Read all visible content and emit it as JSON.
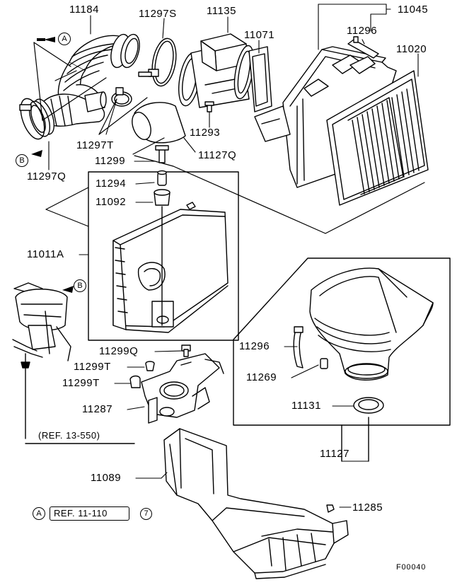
{
  "parts": [
    {
      "id": "p11184",
      "label": "11184"
    },
    {
      "id": "p11297S",
      "label": "11297S"
    },
    {
      "id": "p11135",
      "label": "11135"
    },
    {
      "id": "p11045",
      "label": "11045"
    },
    {
      "id": "p11296a",
      "label": "11296"
    },
    {
      "id": "p11020",
      "label": "11020"
    },
    {
      "id": "p11071",
      "label": "11071"
    },
    {
      "id": "p11293",
      "label": "11293"
    },
    {
      "id": "p11297T",
      "label": "11297T"
    },
    {
      "id": "p11127Q",
      "label": "11127Q"
    },
    {
      "id": "p11299",
      "label": "11299"
    },
    {
      "id": "p11297Q",
      "label": "11297Q"
    },
    {
      "id": "p11294",
      "label": "11294"
    },
    {
      "id": "p11092",
      "label": "11092"
    },
    {
      "id": "p11011A",
      "label": "11011A"
    },
    {
      "id": "p11296b",
      "label": "11296"
    },
    {
      "id": "p11269",
      "label": "11269"
    },
    {
      "id": "p11131",
      "label": "11131"
    },
    {
      "id": "p11299Q",
      "label": "11299Q"
    },
    {
      "id": "p11299Ta",
      "label": "11299T"
    },
    {
      "id": "p11299Tb",
      "label": "11299T"
    },
    {
      "id": "p11287",
      "label": "11287"
    },
    {
      "id": "p11127",
      "label": "11127"
    },
    {
      "id": "p11089",
      "label": "11089"
    },
    {
      "id": "p11285",
      "label": "11285"
    }
  ],
  "references": {
    "ref_13_550": "(REF. 13-550)",
    "ref_11_110": "REF. 11-110",
    "ref_11_110_num": "7"
  },
  "markers": {
    "a": "A",
    "b": "B"
  },
  "figure_code": "F00040"
}
